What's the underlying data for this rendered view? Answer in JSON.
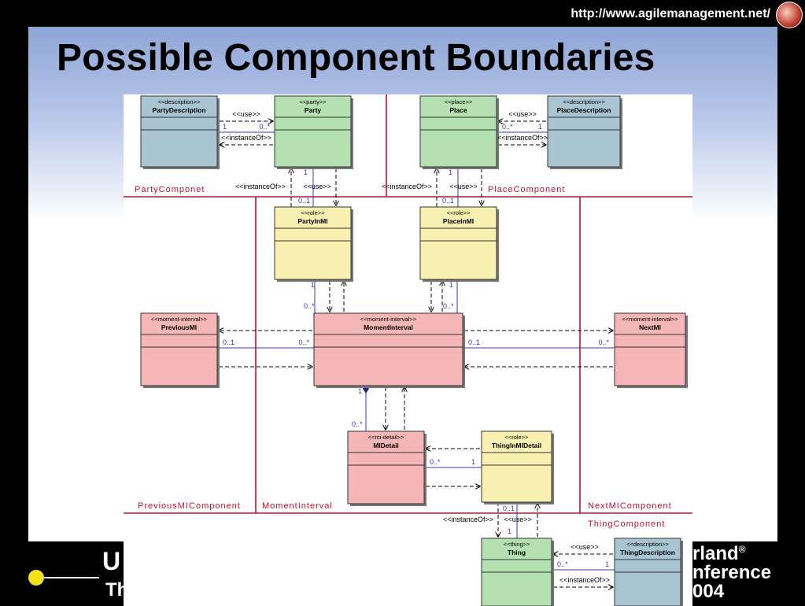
{
  "header": {
    "url": "http://www.agilemanagement.net/"
  },
  "slide": {
    "title": "Possible Component Boundaries"
  },
  "footer": {
    "left_line1": "U",
    "left_line2": "Th",
    "right_line1": "rland",
    "right_line1_mark": "®",
    "right_line2": "nference",
    "right_line3": "004"
  },
  "classes": [
    {
      "id": "party_desc",
      "stereotype": "<<description>>",
      "name": "PartyDescription",
      "kind": "description"
    },
    {
      "id": "party",
      "stereotype": "<<party>>",
      "name": "Party",
      "kind": "green"
    },
    {
      "id": "place",
      "stereotype": "<<place>>",
      "name": "Place",
      "kind": "green"
    },
    {
      "id": "place_desc",
      "stereotype": "<<description>>",
      "name": "PlaceDescription",
      "kind": "description"
    },
    {
      "id": "party_in_mi",
      "stereotype": "<<role>>",
      "name": "PartyInMI",
      "kind": "role"
    },
    {
      "id": "place_in_mi",
      "stereotype": "<<role>>",
      "name": "PlaceInMI",
      "kind": "role"
    },
    {
      "id": "previous_mi",
      "stereotype": "<<moment-interval>>",
      "name": "PreviousMI",
      "kind": "pink"
    },
    {
      "id": "moment_interval",
      "stereotype": "<<moment-interval>>",
      "name": "MomentInterval",
      "kind": "pink"
    },
    {
      "id": "next_mi",
      "stereotype": "<<moment-interval>>",
      "name": "NextMI",
      "kind": "pink"
    },
    {
      "id": "mi_detail",
      "stereotype": "<<mi-detail>>",
      "name": "MIDetail",
      "kind": "pink"
    },
    {
      "id": "thing_in_mi_detail",
      "stereotype": "<<role>>",
      "name": "ThingInMIDetail",
      "kind": "role"
    },
    {
      "id": "thing",
      "stereotype": "<<thing>>",
      "name": "Thing",
      "kind": "green"
    },
    {
      "id": "thing_desc",
      "stereotype": "<<description>>",
      "name": "ThingDescription",
      "kind": "description"
    }
  ],
  "components": [
    {
      "id": "party_component",
      "label": "PartyComponet"
    },
    {
      "id": "place_component",
      "label": "PlaceComponent"
    },
    {
      "id": "previous_mi_component",
      "label": "PreviousMIComponent"
    },
    {
      "id": "moment_interval_component",
      "label": "MomentInterval"
    },
    {
      "id": "next_mi_component",
      "label": "NextMIComponent"
    },
    {
      "id": "thing_component",
      "label": "ThingComponent"
    }
  ],
  "edge_labels": {
    "use": "<<use>>",
    "instance_of": "<<instanceOf>>",
    "one": "1",
    "many": "0..*",
    "optional": "0..1"
  },
  "colors": {
    "green": "#b5e0b1",
    "role": "#f8f1b2",
    "pink": "#f4b6b6",
    "description": "#a9c5d1",
    "boundary": "#c8102e",
    "association": "#3333cc"
  }
}
